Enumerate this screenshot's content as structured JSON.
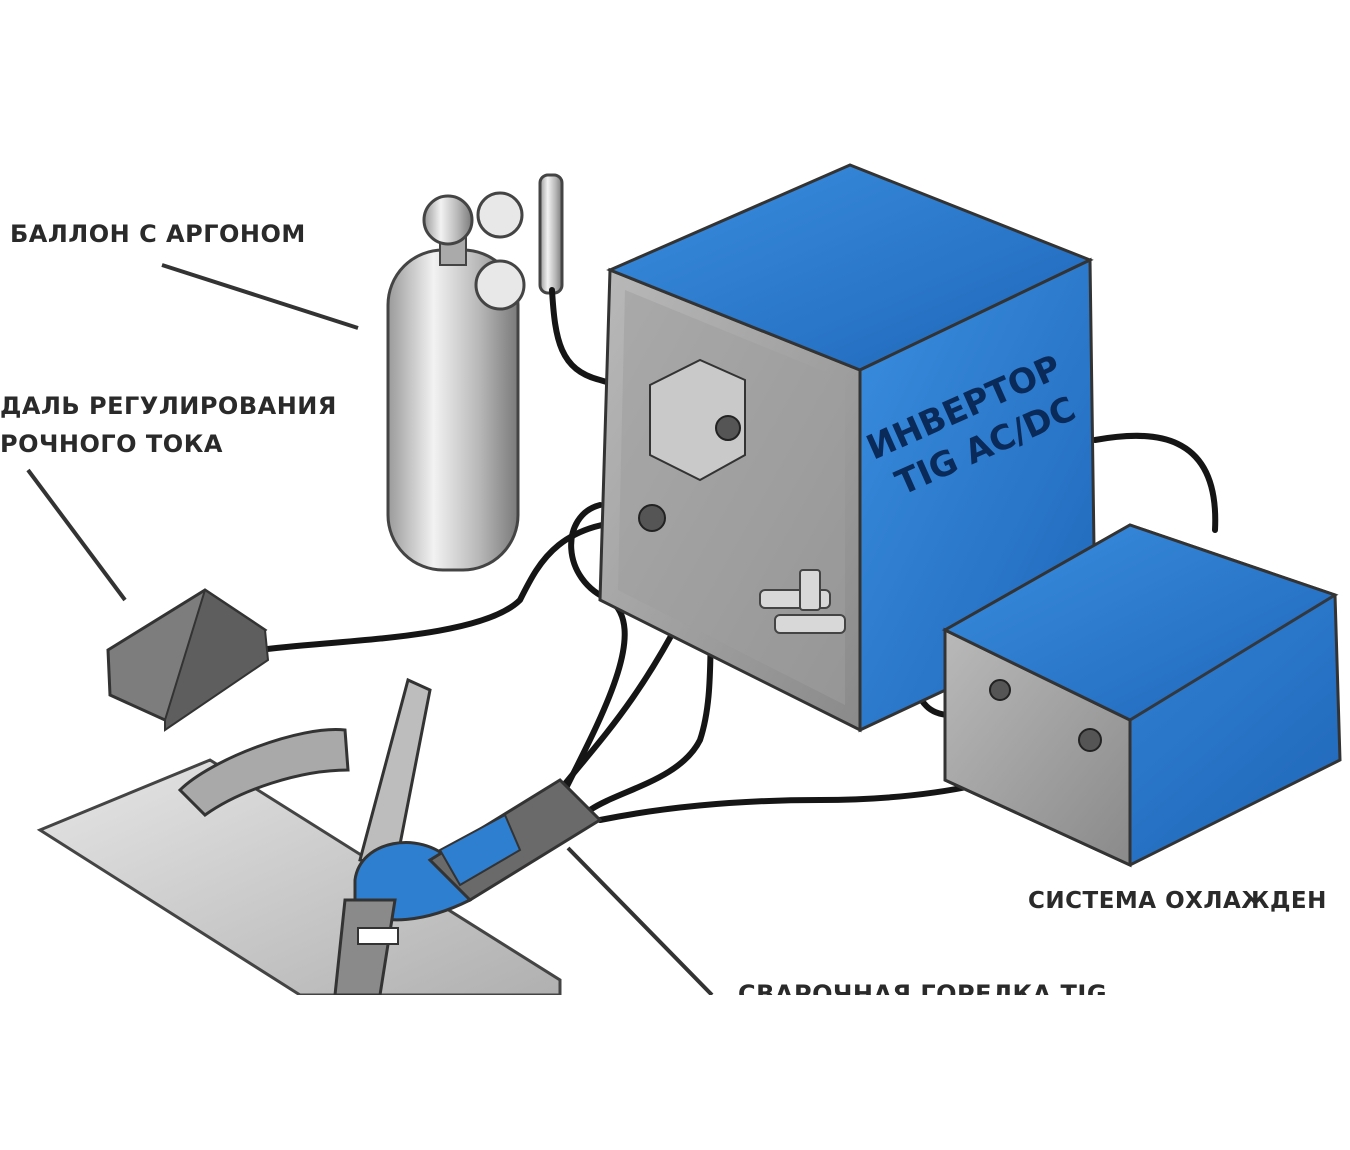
{
  "labels": {
    "argon_cylinder": "БАЛЛОН С АРГОНОМ",
    "pedal_line1": "ДАЛЬ РЕГУЛИРОВАНИЯ",
    "pedal_line2": "РОЧНОГО ТОКА",
    "inverter_line1": "ИНВЕРТОР",
    "inverter_line2": "TIG AC/DC",
    "cooling_system": "СИСТЕМА ОХЛАЖДЕН",
    "torch": "СВАРОЧНАЯ ГОРЕЛКА TIG"
  },
  "colors": {
    "blue": "#2f7fd0",
    "blue_dark": "#1f5fa8",
    "grey": "#8c8c8c",
    "grey_light": "#c8c8c8",
    "cable": "#151515"
  }
}
